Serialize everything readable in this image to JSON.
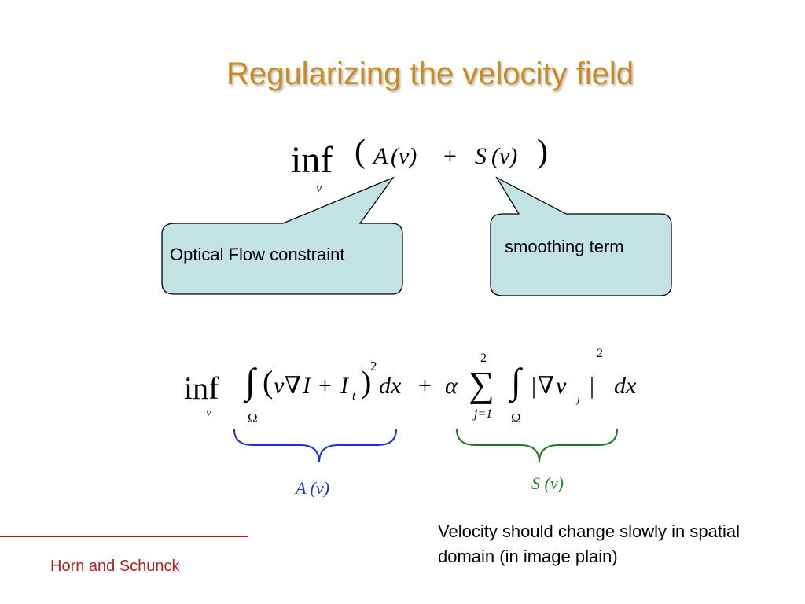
{
  "slide": {
    "title": "Regularizing the velocity field",
    "eq1": {
      "inf": "inf",
      "sub": "v",
      "lparen": "(",
      "rparen": ")",
      "a_term": "A",
      "a_arg": "(v)",
      "plus": "+",
      "s_term": "S",
      "s_arg": "(v)"
    },
    "callout_left": "Optical Flow constraint",
    "callout_right": "smoothing term",
    "eq2": {
      "inf": "inf",
      "sub": "v",
      "integral": "∫",
      "omega": "Ω",
      "lparen": "(",
      "v": "v",
      "nabla": "∇",
      "I": "I",
      "plus_inner": "+",
      "It": "I",
      "t": "t",
      "rparen": ")",
      "sq": "2",
      "dx": "dx",
      "plus": "+",
      "alpha": "α",
      "sigma": "∑",
      "sigma_top": "2",
      "sigma_bottom": "j=1",
      "bar_left": "|",
      "nabla2": "∇",
      "v2": "v",
      "j": "j",
      "bar_right": "|",
      "sq2": "2",
      "dx2": "dx"
    },
    "label_a": "A (v)",
    "label_s": "S (v)",
    "note": "Velocity should change slowly in spatial domain (in image plain)",
    "credit": "Horn and Schunck",
    "colors": {
      "title": "#CC8A1E",
      "callout_fill": "#C3E2E4",
      "brace_blue": "#1F2FD0",
      "brace_green": "#1E7A1E",
      "credit": "#B0201F"
    }
  }
}
